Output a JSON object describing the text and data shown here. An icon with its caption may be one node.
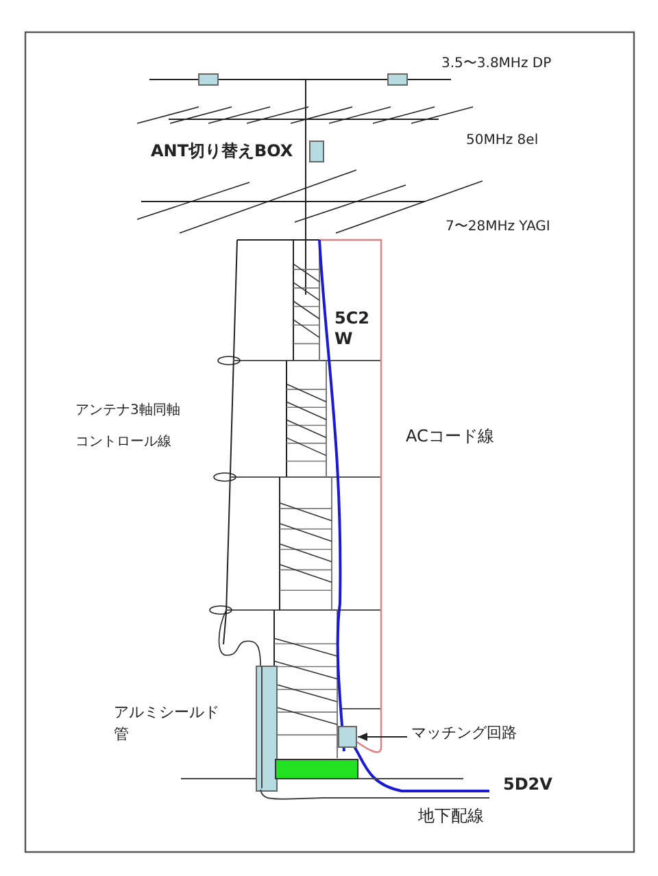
{
  "diagram": {
    "nodes": [
      {
        "text": [],
        "shape": "box"
      },
      {
        "text": [
          "マッチング回路"
        ]
      }
    ],
    "edges": [
      {
        "from": 1,
        "to": 0,
        "arrow": "to"
      }
    ],
    "labels": [
      "3.5〜3.8MHz DP",
      "ANT切り替えBOX",
      "50MHz 8el",
      "7〜28MHz YAGI",
      "5C2 W",
      "アンテナ3軸同軸コントロール線",
      "ACコード線",
      "アルミシールド管",
      "5D2V",
      "地下配線"
    ]
  }
}
